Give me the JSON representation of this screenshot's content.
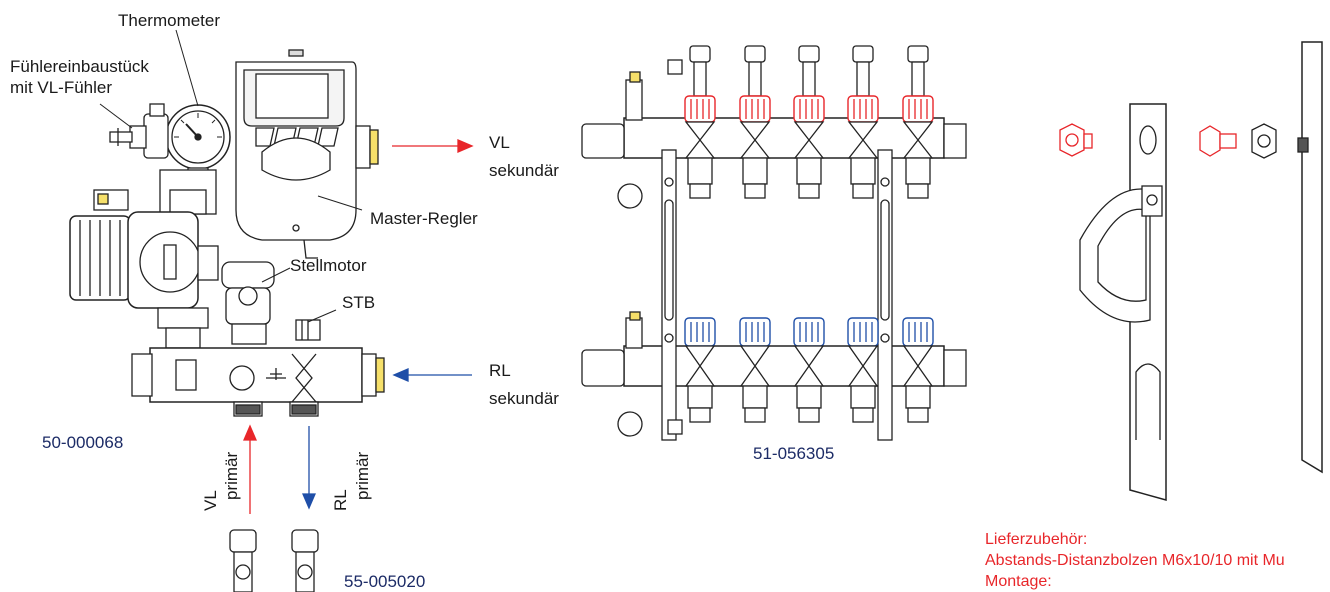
{
  "labels": {
    "thermometer": "Thermometer",
    "sensor_line1": "Fühlereinbaustück",
    "sensor_line2": "mit VL-Fühler",
    "master": "Master-Regler",
    "stellmotor": "Stellmotor",
    "stb": "STB",
    "vl": "VL",
    "sekundaer_vl": "sekundär",
    "rl": "RL",
    "sekundaer_rl": "sekundär",
    "vl_primary_a": "VL",
    "vl_primary_b": "primär",
    "rl_primary_a": "RL",
    "rl_primary_b": "primär",
    "delivery_title": "Lieferzubehör:",
    "delivery_item": "Abstands-Distanzbolzen M6x10/10 mit Mu",
    "montage": "Montage:"
  },
  "part_numbers": {
    "mixing_station": "50-000068",
    "manifold": "51-056305",
    "ball_valves": "55-005020"
  },
  "colors": {
    "supply": "#e8262a",
    "return": "#1f4fa8",
    "line": "#222222"
  }
}
